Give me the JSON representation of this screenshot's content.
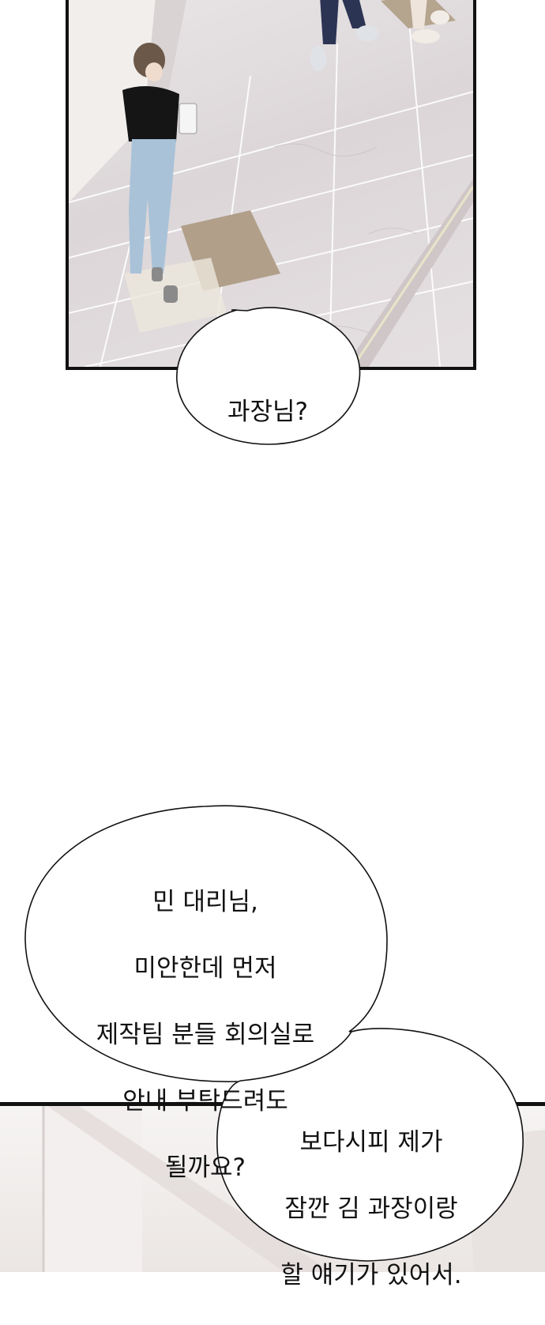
{
  "bubbles": {
    "top": "과장님?",
    "middle": [
      "민 대리님,",
      "미안한데 먼저",
      "제작팀 분들 회의실로",
      "안내 부탁드려도",
      "될까요?"
    ],
    "bottom": [
      "보다시피 제가",
      "잠깐 김 과장이랑",
      "할 얘기가 있어서."
    ]
  },
  "colors": {
    "ink": "#111111",
    "floor": "#e2dcde",
    "mat": "#b19f8a"
  }
}
